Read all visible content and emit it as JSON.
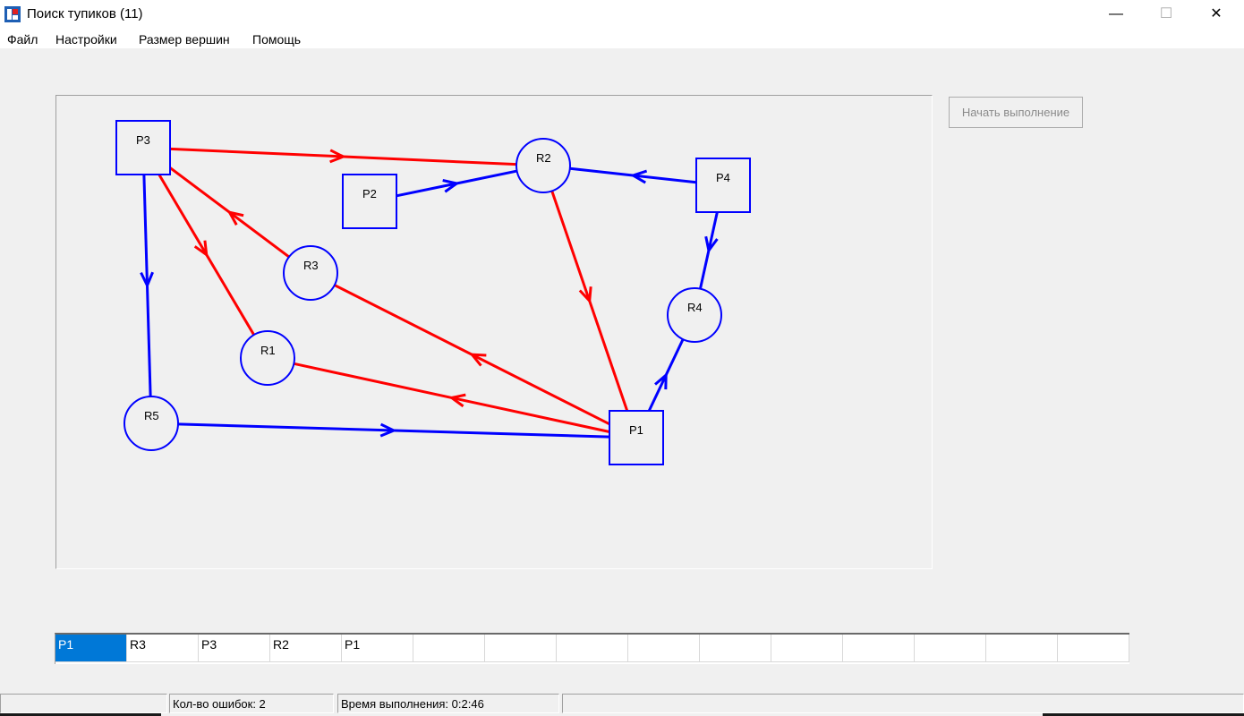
{
  "window": {
    "title": "Поиск тупиков (11)"
  },
  "menu": [
    "Файл",
    "Настройки",
    "Размер вершин",
    "Помощь"
  ],
  "controls": {
    "start_button": "Начать выполнение"
  },
  "colors": {
    "edge_red": "#ff0000",
    "edge_blue": "#0000ff",
    "node_blue": "#0000ff",
    "selected_cell": "#0078d7"
  },
  "graph": {
    "processes": [
      "P1",
      "P2",
      "P3",
      "P4"
    ],
    "resources": [
      "R1",
      "R2",
      "R3",
      "R4",
      "R5"
    ],
    "edges": [
      {
        "from": "P3",
        "to": "R2",
        "color": "red"
      },
      {
        "from": "P3",
        "to": "R5",
        "color": "blue"
      },
      {
        "from": "R3",
        "to": "P3",
        "color": "red"
      },
      {
        "from": "P3",
        "to": "R1",
        "color": "red"
      },
      {
        "from": "P2",
        "to": "R2",
        "color": "blue"
      },
      {
        "from": "P4",
        "to": "R2",
        "color": "blue"
      },
      {
        "from": "R2",
        "to": "P1",
        "color": "red"
      },
      {
        "from": "P4",
        "to": "R4",
        "color": "blue"
      },
      {
        "from": "P1",
        "to": "R4",
        "color": "blue"
      },
      {
        "from": "P1",
        "to": "R3",
        "color": "red"
      },
      {
        "from": "P1",
        "to": "R1",
        "color": "red"
      },
      {
        "from": "R5",
        "to": "P1",
        "color": "blue"
      }
    ]
  },
  "cycle_path": [
    "P1",
    "R3",
    "P3",
    "R2",
    "P1",
    "",
    "",
    "",
    "",
    "",
    "",
    "",
    "",
    "",
    ""
  ],
  "status": {
    "panel1": "",
    "errors": "Кол-во ошибок: 2",
    "time": "Время выполнения: 0:2:46",
    "panel4": ""
  }
}
